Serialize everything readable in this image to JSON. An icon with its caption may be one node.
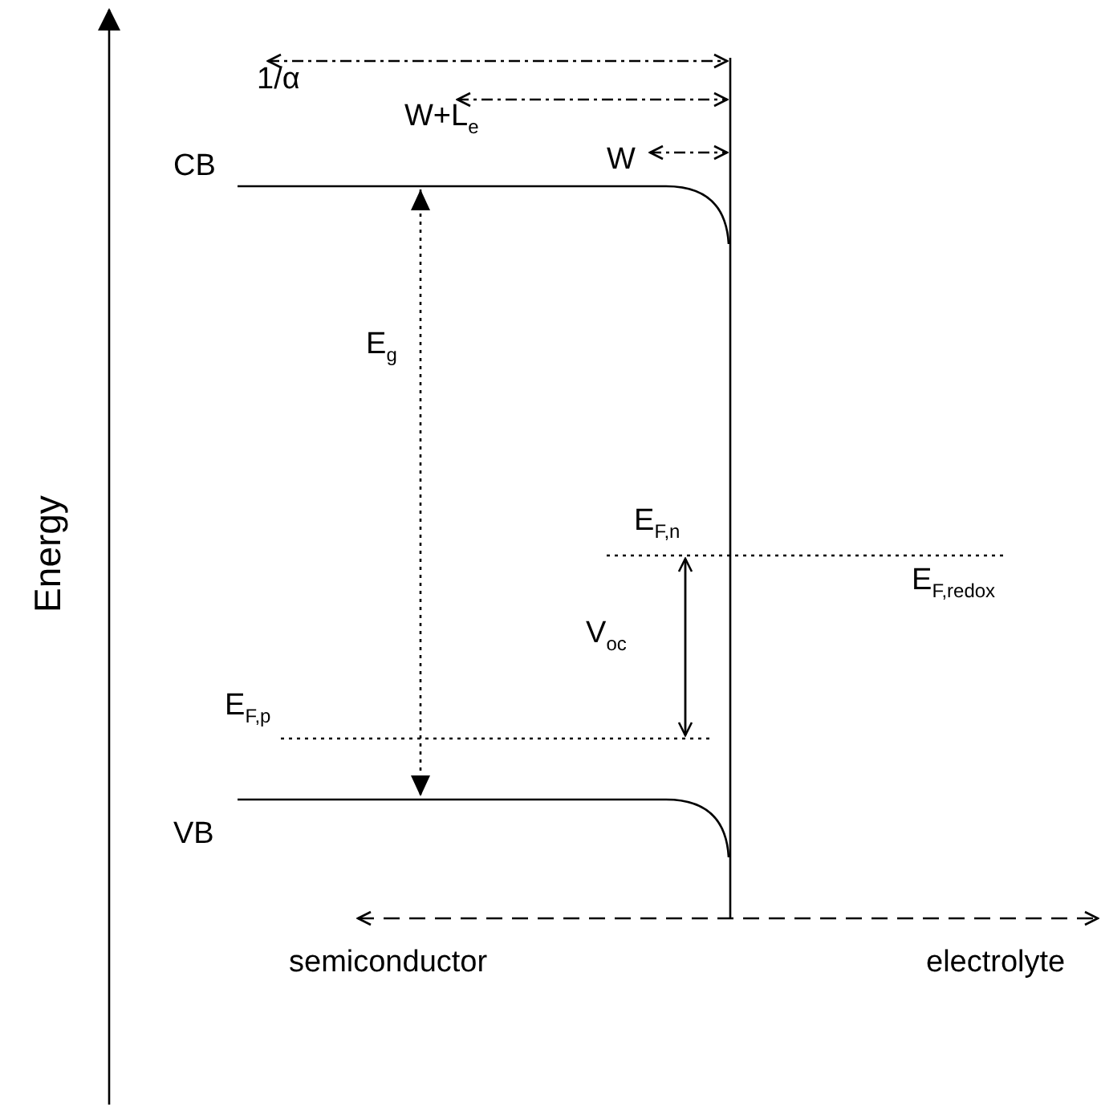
{
  "diagram": {
    "labels": [
      "1/α",
      "W+L$_{e}$",
      "W",
      "CB",
      "E$_{g}$",
      "E$_{F,n}$",
      "E$_{F,redox}$",
      "V$_{oc}$",
      "E$_{F,p}$",
      "VB",
      "semiconductor",
      "electrolyte",
      "Energy"
    ]
  }
}
